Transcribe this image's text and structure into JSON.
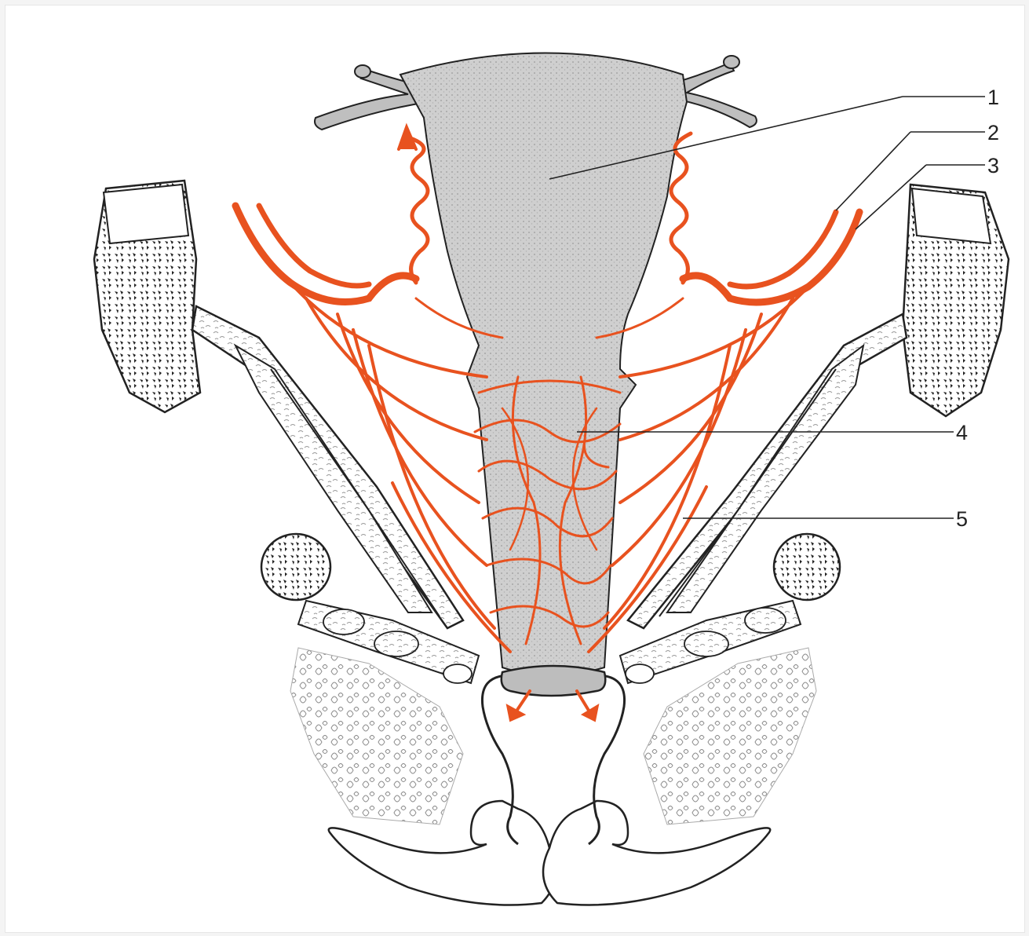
{
  "figure": {
    "callouts": [
      {
        "id": "1",
        "label": "1"
      },
      {
        "id": "2",
        "label": "2"
      },
      {
        "id": "3",
        "label": "3"
      },
      {
        "id": "4",
        "label": "4"
      },
      {
        "id": "5",
        "label": "5"
      }
    ]
  },
  "colors": {
    "vessel": "#e8521f",
    "organ_fill": "#c9c9c9",
    "line": "#333333",
    "background": "#ffffff"
  },
  "icons": {
    "outflow_arrows": "arrow-icon"
  }
}
